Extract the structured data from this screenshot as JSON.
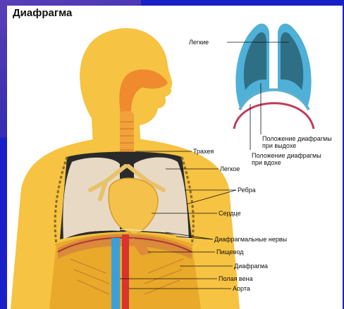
{
  "title": "Диафрагма",
  "inset_labels": {
    "lungs": "Легкие",
    "exhale_line1": "Положение диафрагмы",
    "exhale_line2": "при выдохе",
    "inhale_line1": "Положение диафрагмы",
    "inhale_line2": "при вдохе"
  },
  "body_labels": [
    {
      "id": "trachea",
      "text": "Трахея"
    },
    {
      "id": "lung",
      "text": "Легкое"
    },
    {
      "id": "ribs",
      "text": "Ребра"
    },
    {
      "id": "heart",
      "text": "Сердце"
    },
    {
      "id": "phrenic-nerves",
      "text": "Диафрагмальные нервы"
    },
    {
      "id": "esophagus",
      "text": "Пищевод"
    },
    {
      "id": "diaphragm",
      "text": "Диафрагма"
    },
    {
      "id": "vena-cava",
      "text": "Полая вена"
    },
    {
      "id": "aorta",
      "text": "Аорта"
    }
  ],
  "colors": {
    "background": "#1a20c8",
    "skin": "#f6c342",
    "skin_shade": "#e9a92a",
    "lung": "#e7d9c4",
    "heart": "#f4c24a",
    "trachea": "#f2a23a",
    "diaphragm": "#d98a3a",
    "vena_cava": "#3aa0d8",
    "aorta": "#d8342f",
    "inset_lung": "#3c8fb0",
    "inset_diaphragm": "#c13c5a"
  }
}
